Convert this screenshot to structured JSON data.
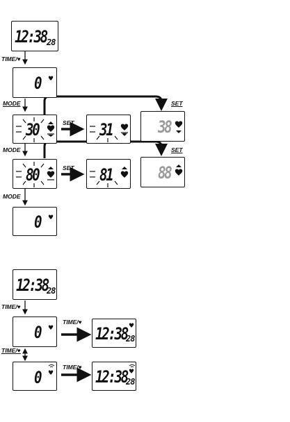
{
  "labels": {
    "time_heart": "TIME/♥",
    "mode": "MODE",
    "set": "SET"
  },
  "displays": {
    "clock_top": {
      "main": "12:38",
      "small": "28"
    },
    "clock_bottom": {
      "main": "12:38",
      "small": "28"
    },
    "clock_result1": {
      "main": "12:38",
      "small": "28"
    },
    "clock_result2": {
      "main": "12:38",
      "small": "28"
    },
    "zero": "0",
    "upper_set": "30",
    "upper_next": "31",
    "upper_result": "38",
    "lower_set": "80",
    "lower_next": "81",
    "lower_result": "88"
  },
  "icons": {
    "heart": "♥",
    "heart_up_arrow": "heart-with-up-arrow",
    "heart_down_arrow": "heart-with-down-arrow",
    "beep": "beep-icon",
    "blink": "blink-rays"
  }
}
